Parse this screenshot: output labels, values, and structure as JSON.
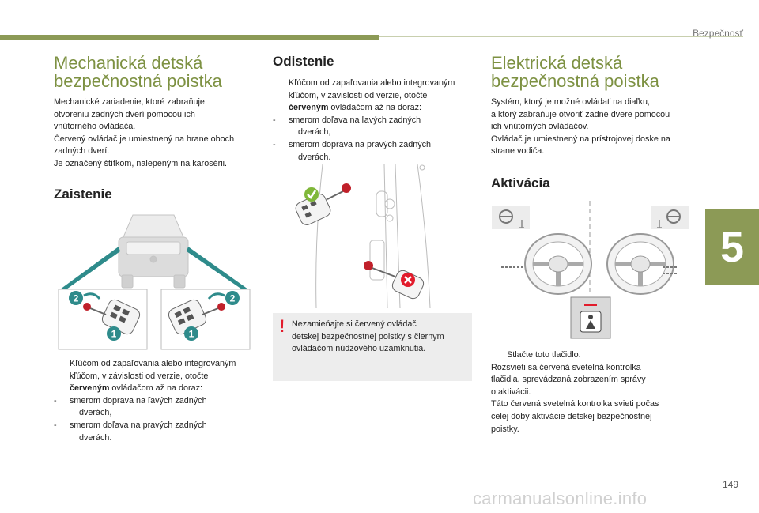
{
  "header": {
    "section": "Bezpečnosť",
    "chapter": "5",
    "page": "149"
  },
  "watermark": "carmanualsonline.info",
  "left": {
    "title_line1": "Mechanická detská",
    "title_line2": "bezpečnostná poistka",
    "intro": [
      "Mechanické zariadenie, ktoré zabraňuje",
      "otvoreniu zadných dverí pomocou ich",
      "vnútorného ovládača.",
      "Červený ovládač je umiestnený na hrane oboch",
      "zadných dverí.",
      "Je označený štítkom, nalepeným na karosérii."
    ],
    "subtitle": "Zaistenie",
    "callout_1": "1",
    "callout_2": "2",
    "bullet_mark": "",
    "bullet_line1": "Kľúčom od zapaľovania alebo integrovaným",
    "bullet_line2": "kľúčom, v závislosti od verzie, otočte",
    "bullet_bold": "červeným",
    "bullet_line3_rest": " ovládačom až na doraz:",
    "dash1_a": "smerom doprava na ľavých zadných",
    "dash1_b": "dverách,",
    "dash2_a": "smerom doľava na pravých zadných",
    "dash2_b": "dverách.",
    "dash_mark": "-"
  },
  "middle": {
    "title": "Odistenie",
    "bullet_mark": "",
    "bullet_line1": "Kľúčom od zapaľovania alebo integrovaným",
    "bullet_line2": "kľúčom, v závislosti od verzie, otočte",
    "bullet_bold": "červeným",
    "bullet_line3_rest": " ovládačom až na doraz:",
    "dash1_a": "smerom doľava na ľavých zadných",
    "dash1_b": "dverách,",
    "dash2_a": "smerom doprava na pravých zadných",
    "dash2_b": "dverách.",
    "dash_mark": "-",
    "note_mark": "!",
    "note": [
      "Nezamieňajte si červený ovládač",
      "detskej bezpečnostnej poistky s čiernym",
      "ovládačom núdzového uzamknutia."
    ]
  },
  "right": {
    "title_line1": "Elektrická detská",
    "title_line2": "bezpečnostná poistka",
    "intro": [
      "Systém, ktorý je možné ovládať na diaľku,",
      "a ktorý zabraňuje otvoriť zadné dvere pomocou",
      "ich vnútorných ovládačov.",
      "Ovládač je umiestnený na prístrojovej doske na",
      "strane vodiča."
    ],
    "subtitle": "Aktivácia",
    "bullet_mark": "",
    "bullet_text": "Stlačte toto tlačidlo.",
    "after": [
      "Rozsvieti sa červená svetelná kontrolka",
      "tlačidla, sprevádzaná zobrazením správy",
      "o aktivácii.",
      "Táto červená svetelná kontrolka svieti počas",
      "celej doby aktivácie detskej bezpečnostnej",
      "poistky."
    ]
  },
  "colors": {
    "accent": "#8c9a56",
    "title": "#7d9142",
    "teal": "#2e8b8b",
    "red": "#e21c2c",
    "green": "#7fb739"
  }
}
